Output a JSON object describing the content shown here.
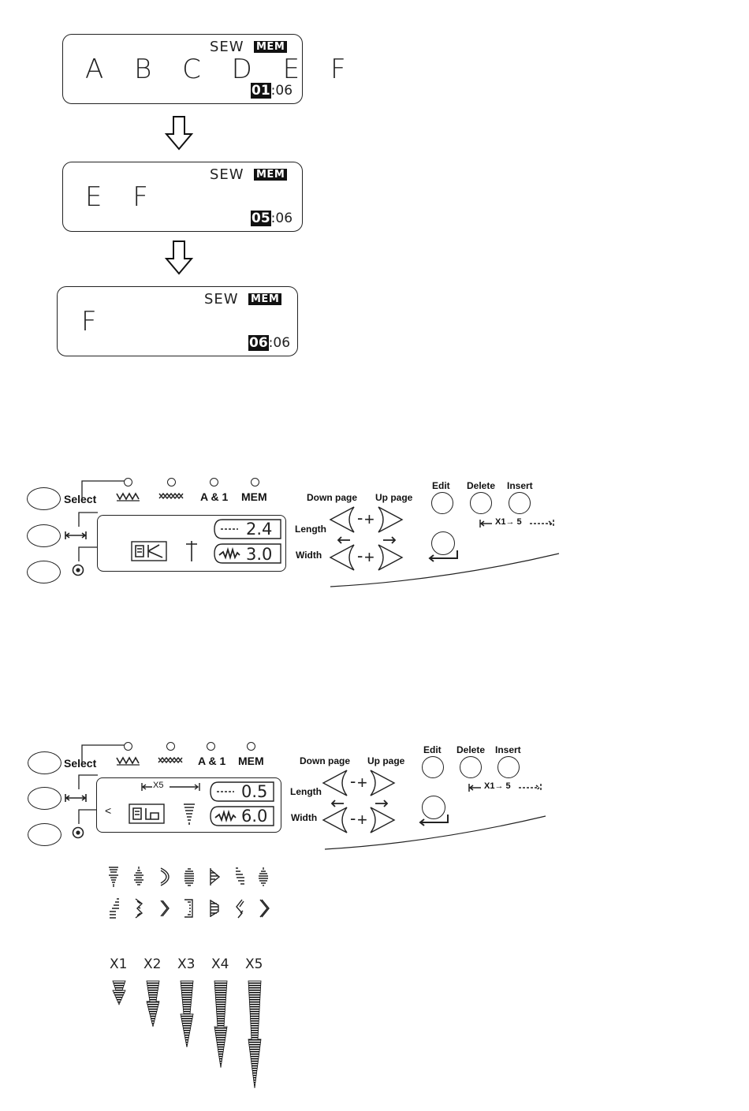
{
  "displays": [
    {
      "chars": "A B C D E F",
      "mode": "SEW",
      "badge": "MEM",
      "current": "01",
      "sep": ":",
      "total": "06"
    },
    {
      "chars": "E F",
      "mode": "SEW",
      "badge": "MEM",
      "current": "05",
      "sep": ":",
      "total": "06"
    },
    {
      "chars": "F",
      "mode": "SEW",
      "badge": "MEM",
      "current": "06",
      "sep": ":",
      "total": "06"
    }
  ],
  "panel1": {
    "select_label": "Select",
    "modes": [
      "A & 1",
      "MEM"
    ],
    "down_page": "Down page",
    "up_page": "Up page",
    "length_label": "Length",
    "width_label": "Width",
    "edit": "Edit",
    "delete": "Delete",
    "insert": "Insert",
    "repeat_label": "X1→ 5",
    "length_value": "2.4",
    "width_value": "3.0",
    "minus": "-",
    "plus": "+"
  },
  "panel2": {
    "select_label": "Select",
    "modes": [
      "A & 1",
      "MEM"
    ],
    "down_page": "Down page",
    "up_page": "Up page",
    "length_label": "Length",
    "width_label": "Width",
    "edit": "Edit",
    "delete": "Delete",
    "insert": "Insert",
    "repeat_label": "X1→ 5",
    "screen_repeat": "X5",
    "left_marker": "<",
    "length_value": "0.5",
    "width_value": "6.0",
    "minus": "-",
    "plus": "+"
  },
  "elongation_labels": [
    "X1",
    "X2",
    "X3",
    "X4",
    "X5"
  ]
}
